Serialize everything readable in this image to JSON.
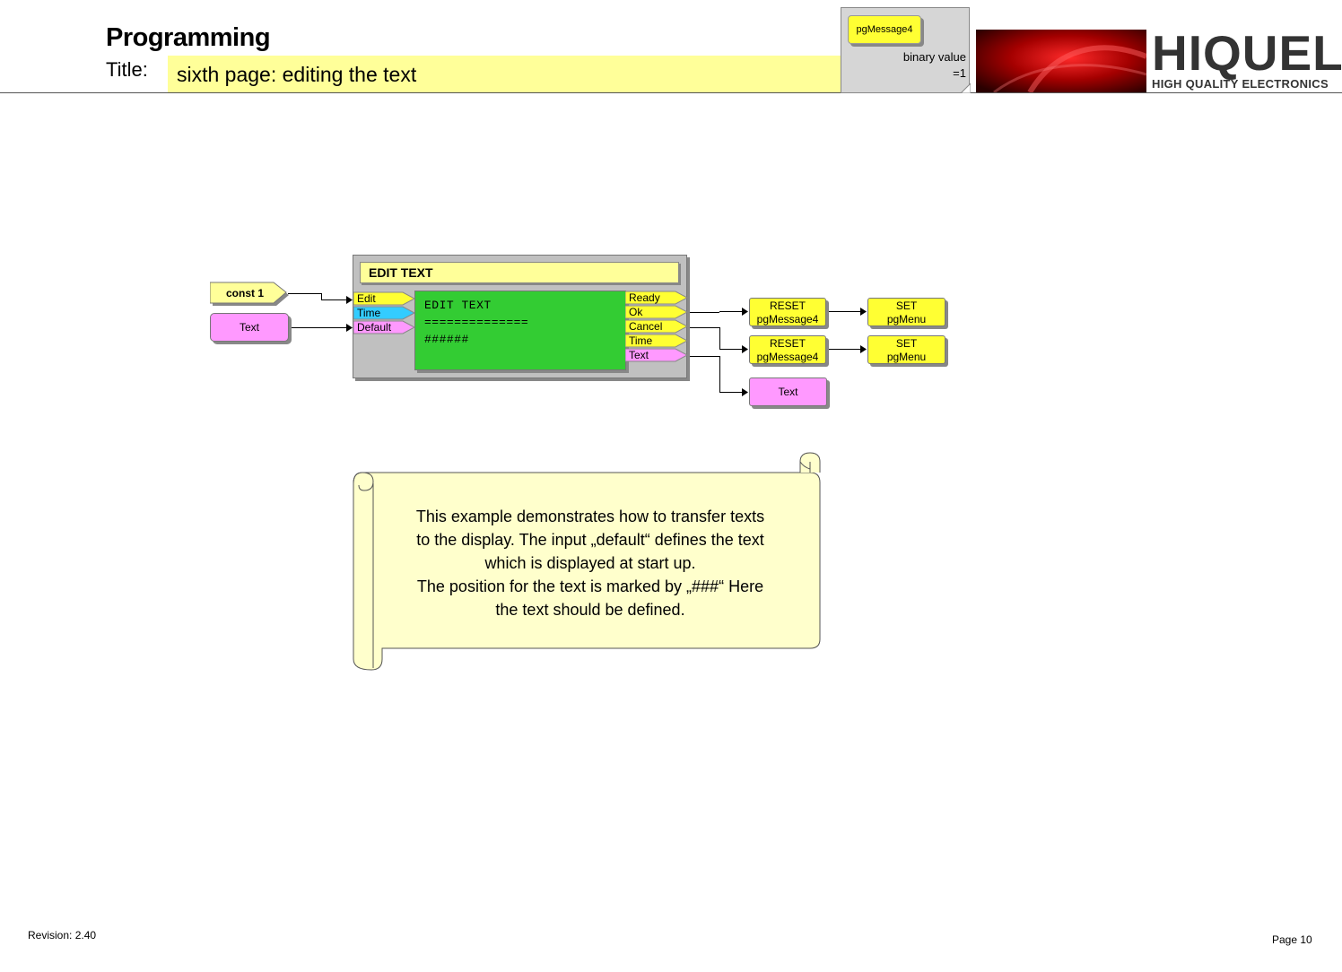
{
  "header": {
    "title": "Programming",
    "title_label": "Title:",
    "subtitle": "sixth page: editing the text"
  },
  "page_variable": {
    "name": "pgMessage4",
    "value_line1": "binary value",
    "value_line2": "=1"
  },
  "logo": {
    "word": "HIQUEL",
    "tagline": "HIGH QUALITY ELECTRONICS"
  },
  "diagram": {
    "inputs": {
      "const": "const 1",
      "text": "Text"
    },
    "edit_text_block": {
      "title": "EDIT TEXT",
      "inputs": [
        "Edit",
        "Time",
        "Default"
      ],
      "outputs": [
        "Ready",
        "Ok",
        "Cancel",
        "Time",
        "Text"
      ],
      "display_lines": [
        "EDIT TEXT",
        "==============",
        "######"
      ]
    },
    "outputs": {
      "reset1_line1": "RESET",
      "reset1_line2": "pgMessage4",
      "reset2_line1": "RESET",
      "reset2_line2": "pgMessage4",
      "set1_line1": "SET",
      "set1_line2": "pgMenu",
      "set2_line1": "SET",
      "set2_line2": "pgMenu",
      "text_out": "Text"
    }
  },
  "note": {
    "line1": "This example demonstrates how to transfer texts",
    "line2": "to the display. The input „default“ defines the text",
    "line3": "which is displayed at start up.",
    "line4": "The position for the text is marked by „###“ Here",
    "line5": "the text should be defined."
  },
  "footer": {
    "revision": "Revision: 2.40",
    "page": "Page 10"
  },
  "colors": {
    "header_bar": "#ffff99",
    "yellow_block": "#ffff33",
    "pink_block": "#ff99ff",
    "cyan_port": "#33ccff",
    "display_green": "#33cc33",
    "note_fill": "#ffffcc"
  }
}
